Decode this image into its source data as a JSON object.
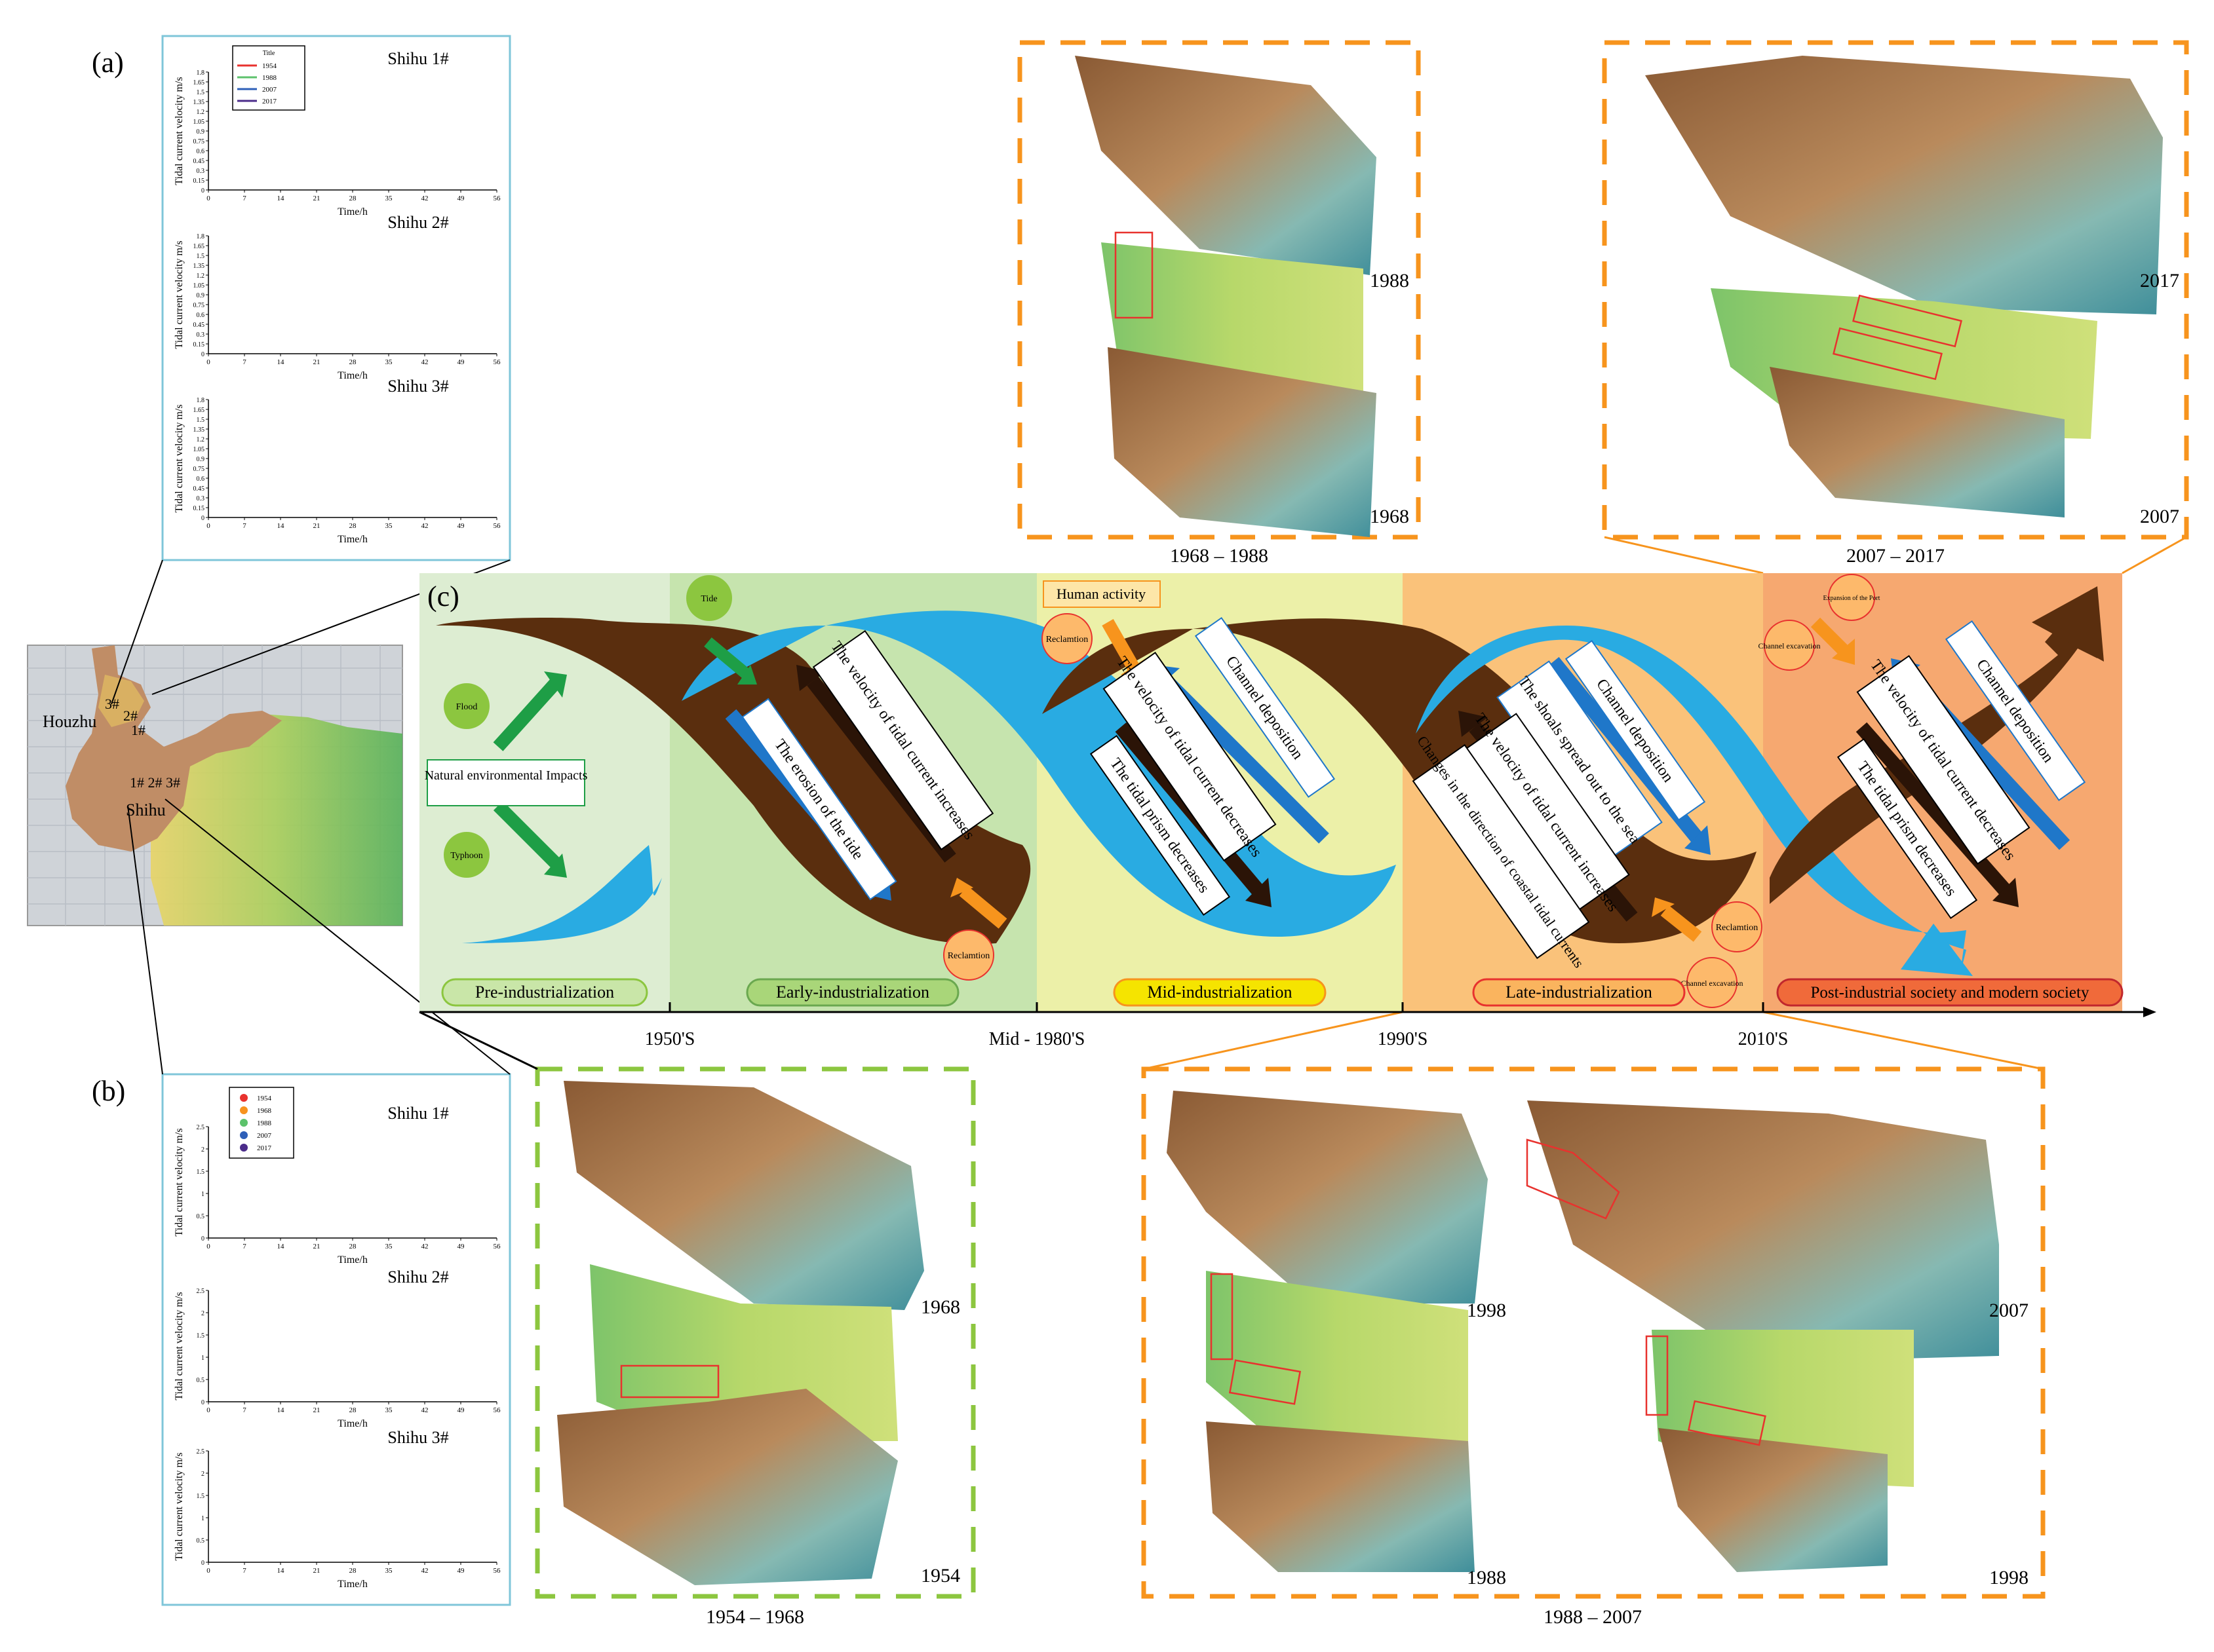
{
  "panel_labels": {
    "a": "(a)",
    "b": "(b)",
    "c": "(c)"
  },
  "map": {
    "houzhu": "Houzhu",
    "shihu": "Shihu",
    "pt3": "3#",
    "pt2": "2#",
    "pt1": "1#",
    "row": "1# 2# 3#"
  },
  "charts_a": {
    "legend_title": "Title",
    "legend": [
      "1954",
      "1988",
      "2007",
      "2017"
    ],
    "xlabel": "Time/h",
    "ylabel": "Tidal current velocity  m/s",
    "xticks": [
      "0",
      "7",
      "14",
      "21",
      "28",
      "35",
      "42",
      "49",
      "56"
    ],
    "yticks": [
      "0",
      "0.15",
      "0.3",
      "0.45",
      "0.6",
      "0.75",
      "0.9",
      "1.05",
      "1.2",
      "1.35",
      "1.5",
      "1.65",
      "1.8"
    ],
    "titles": [
      "Shihu 1#",
      "Shihu 2#",
      "Shihu 3#"
    ]
  },
  "charts_b": {
    "legend": [
      "1954",
      "1968",
      "1988",
      "2007",
      "2017"
    ],
    "xlabel": "Time/h",
    "ylabel": "Tidal current velocity  m/s",
    "xticks": [
      "0",
      "7",
      "14",
      "21",
      "28",
      "35",
      "42",
      "49",
      "56"
    ],
    "yticks": [
      "0",
      "0.5",
      "1",
      "1.5",
      "2",
      "2.5"
    ],
    "titles": [
      "Shihu 1#",
      "Shihu 2#",
      "Shihu 3#"
    ]
  },
  "terrain": {
    "box1": {
      "caption": "1968 – 1988",
      "top": "1988",
      "bottom": "1968"
    },
    "box2": {
      "caption": "2007 – 2017",
      "top": "2017",
      "bottom": "2007"
    },
    "box3": {
      "caption": "1954 – 1968",
      "top": "1968",
      "bottom": "1954"
    },
    "box4": {
      "caption": "1988 – 2007",
      "top_left": "1998",
      "top_right": "2007",
      "bottom_left": "1988",
      "bottom_right": "1998"
    }
  },
  "timeline": {
    "ticks": [
      "1950'S",
      "Mid - 1980'S",
      "1990'S",
      "2010'S"
    ],
    "stages": [
      "Pre-industrialization",
      "Early-industrialization",
      "Mid-industrialization",
      "Late-industrialization",
      "Post-industrial society and modern society"
    ],
    "natural_box": "Natural environmental Impacts",
    "human_box": "Human activity",
    "circles": {
      "flood": "Flood",
      "typhoon": "Typhoon",
      "tide": "Tide",
      "reclam1": "Reclamtion",
      "reclam2": "Reclamtion",
      "reclam3": "Reclamtion",
      "chan1": "Channel excavation",
      "chan2": "Channel excavation",
      "port": "Expansion of the Port"
    },
    "labels": {
      "s2_a": "The velocity of tidal current increases",
      "s2_b": "The erosion of the tide",
      "s3_a": "Channel deposition",
      "s3_b": "The velocity of tidal current decreases",
      "s3_c": "The tidal prism decreases",
      "s4_a": "Channel deposition",
      "s4_b": "The shoals spread out to the sea",
      "s4_c": "The velocity of tidal current increases",
      "s4_d": "Changes in the direction of coastal tidal currents",
      "s5_a": "Channel deposition",
      "s5_b": "The velocity of tidal current decreases",
      "s5_c": "The tidal prism decreases"
    }
  },
  "colors": {
    "blue": "#29ABE2",
    "brown": "#5A2E0E",
    "green_arrow": "#1E9E46",
    "orange_arrow": "#F7941D",
    "blue_arrow": "#1F77C9",
    "dark_arrow": "#2B1407",
    "orange_dash": "#F7941D",
    "green_dash": "#8CC63F",
    "s1": "#DDEDD2",
    "s2": "#C6E4AE",
    "s3": "#ECF0A8",
    "s4": "#FAC27A",
    "s5": "#F6A870"
  }
}
